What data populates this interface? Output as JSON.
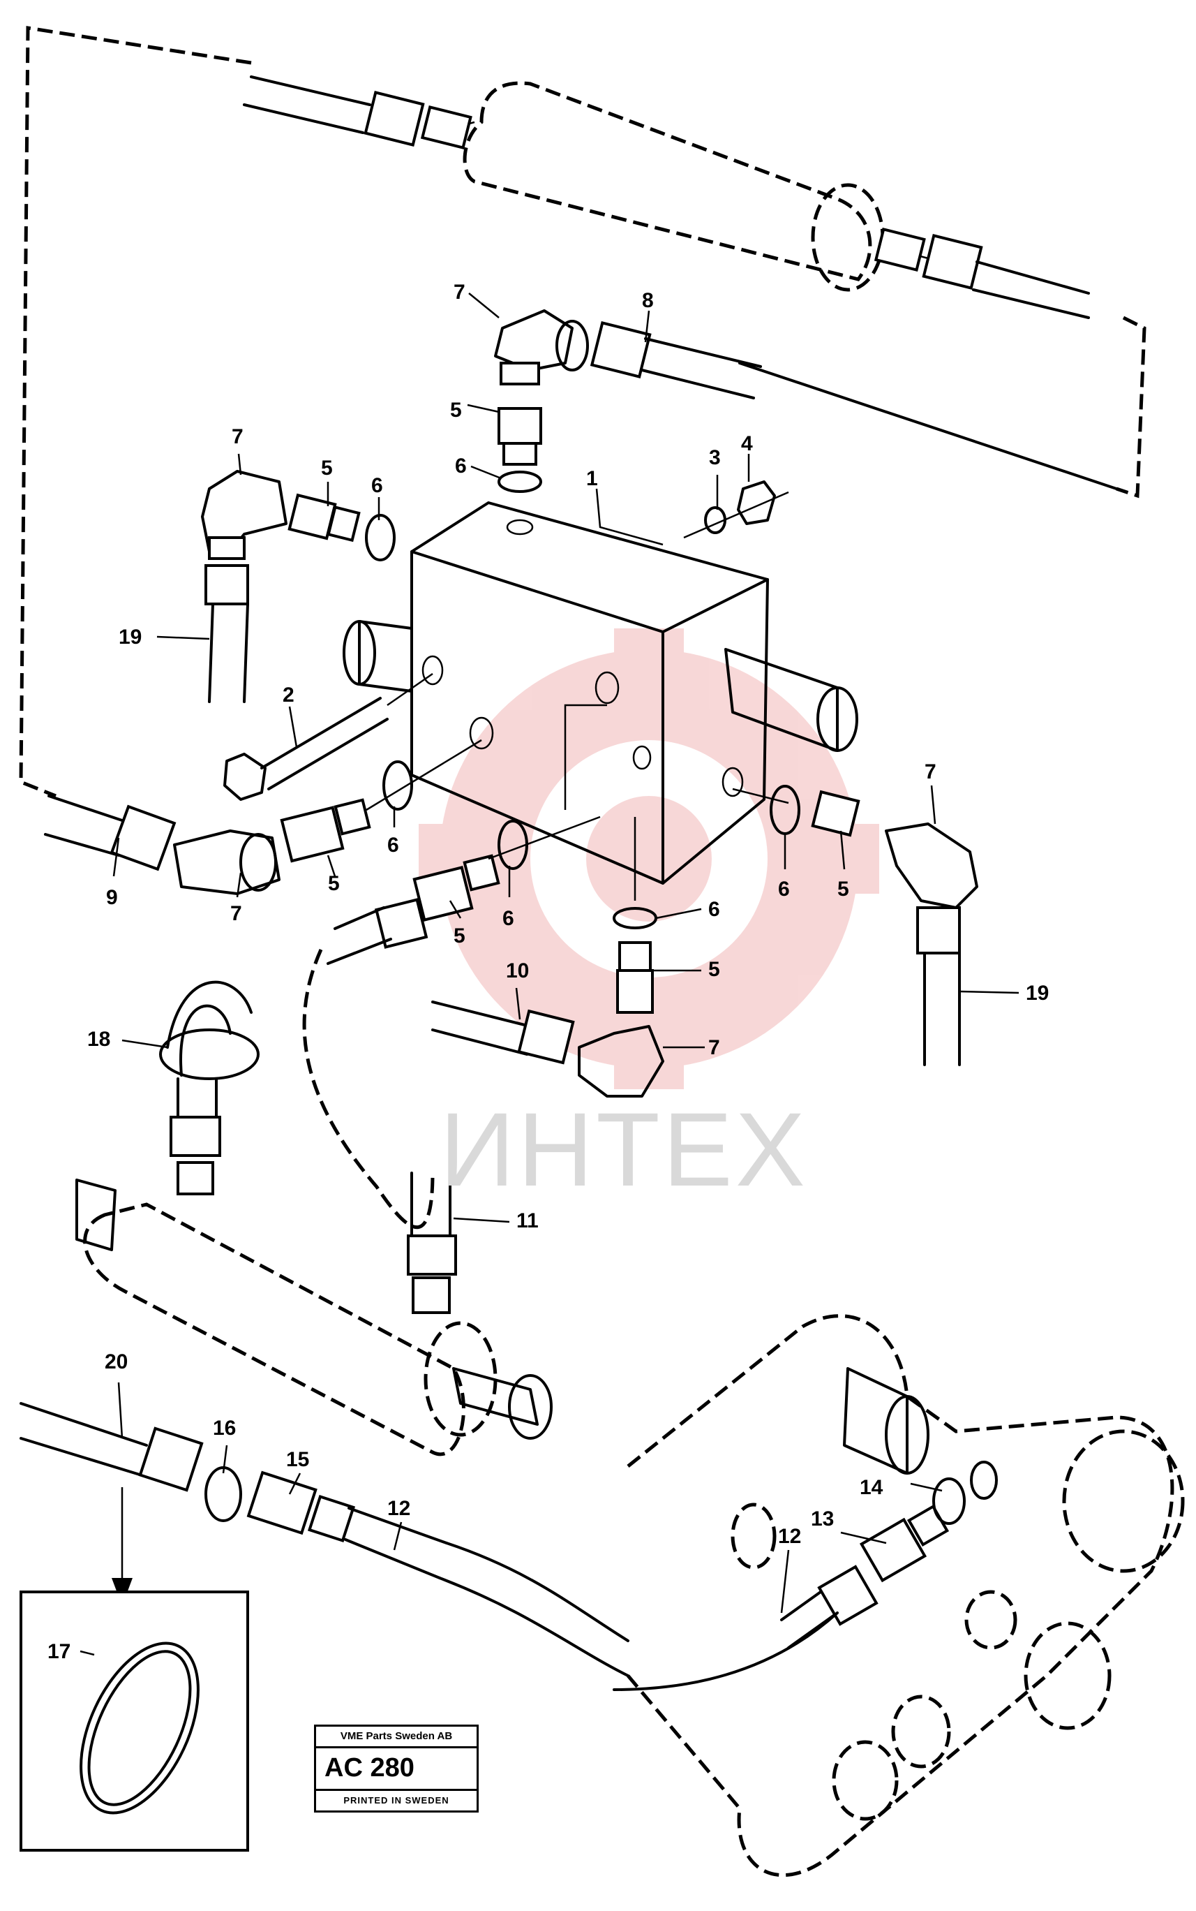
{
  "callouts": {
    "n1": "1",
    "n2": "2",
    "n3": "3",
    "n4": "4",
    "n5": "5",
    "n6": "6",
    "n7": "7",
    "n8": "8",
    "n9": "9",
    "n10": "10",
    "n11": "11",
    "n12": "12",
    "n13": "13",
    "n14": "14",
    "n15": "15",
    "n16": "16",
    "n17": "17",
    "n18": "18",
    "n19": "19",
    "n20": "20"
  },
  "stamp": {
    "company": "VME Parts Sweden AB",
    "code": "AC 280",
    "printed": "PRINTED IN SWEDEN"
  },
  "watermark": {
    "text": "ИНТЕХ",
    "logo_color": "#f2b8b8"
  }
}
